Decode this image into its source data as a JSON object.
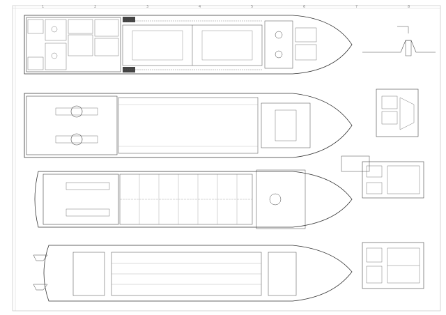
{
  "drawing": {
    "column_ticks": [
      "1",
      "2",
      "3",
      "4",
      "5",
      "6",
      "7",
      "8"
    ],
    "room_labels": {
      "top_deck_right": "",
      "detail_plan_title": ""
    }
  }
}
